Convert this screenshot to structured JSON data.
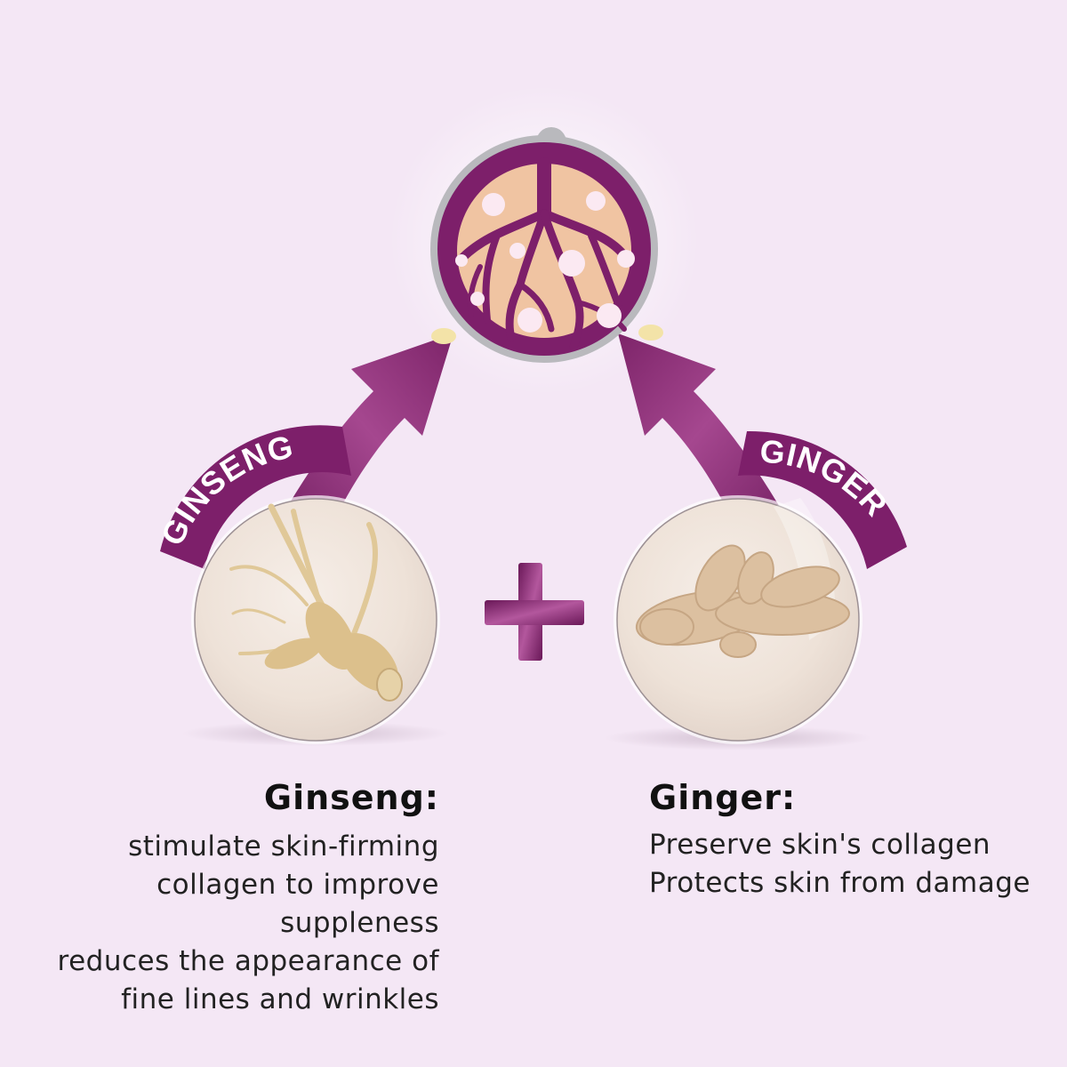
{
  "colors": {
    "background": "#f4e7f5",
    "brand_purple": "#7d1f6a",
    "skin_peach": "#f0c4a2",
    "ring_gray": "#b8b8bc",
    "plate": "#efe4dc",
    "text": "#111111"
  },
  "center_icon": {
    "name": "skin-collagen-icon",
    "description": "skin cell with collagen branching fibers"
  },
  "ingredients": [
    {
      "ribbon_label": "GINSENG",
      "title": "Ginseng:",
      "lines": [
        "stimulate skin-firming",
        "collagen to improve suppleness",
        "reduces the appearance of",
        "fine lines and wrinkles"
      ]
    },
    {
      "ribbon_label": "GINGER",
      "title": "Ginger:",
      "lines": [
        "Preserve skin's collagen",
        "Protects skin from damage"
      ]
    }
  ],
  "plus_symbol": "+"
}
